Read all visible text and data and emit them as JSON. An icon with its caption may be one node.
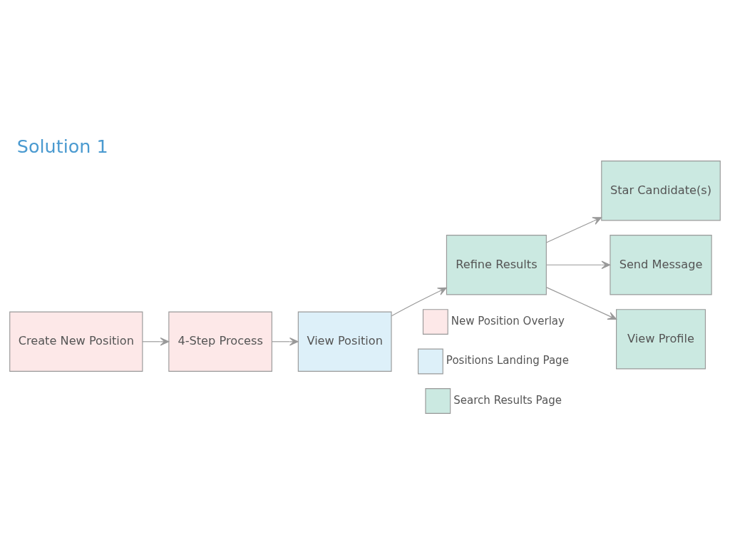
{
  "diagram": {
    "title": "Solution 1",
    "nodes": [
      {
        "text": [
          "Create New Position"
        ]
      },
      {
        "text": [
          "4-Step Process"
        ]
      },
      {
        "text": [
          "View Position"
        ]
      },
      {
        "text": [
          "Refine Results"
        ]
      },
      {
        "text": [
          "Star Candidate(s)"
        ]
      },
      {
        "text": [
          "Send Message"
        ]
      },
      {
        "text": [
          "View Profile"
        ]
      }
    ],
    "edges": [
      {
        "from": 0,
        "to": 1,
        "arrow": "to"
      },
      {
        "from": 1,
        "to": 2,
        "arrow": "to"
      },
      {
        "from": 2,
        "to": 3,
        "arrow": "to"
      },
      {
        "from": 3,
        "to": 4,
        "arrow": "to"
      },
      {
        "from": 3,
        "to": 5,
        "arrow": "to"
      },
      {
        "from": 3,
        "to": 6,
        "arrow": "to"
      }
    ],
    "legend": [
      {
        "text": "New Position Overlay",
        "color": "#fde8e8"
      },
      {
        "text": "Positions Landing Page",
        "color": "#ddf0f9"
      },
      {
        "text": "Search Results Page",
        "color": "#cbe9e1"
      }
    ]
  }
}
